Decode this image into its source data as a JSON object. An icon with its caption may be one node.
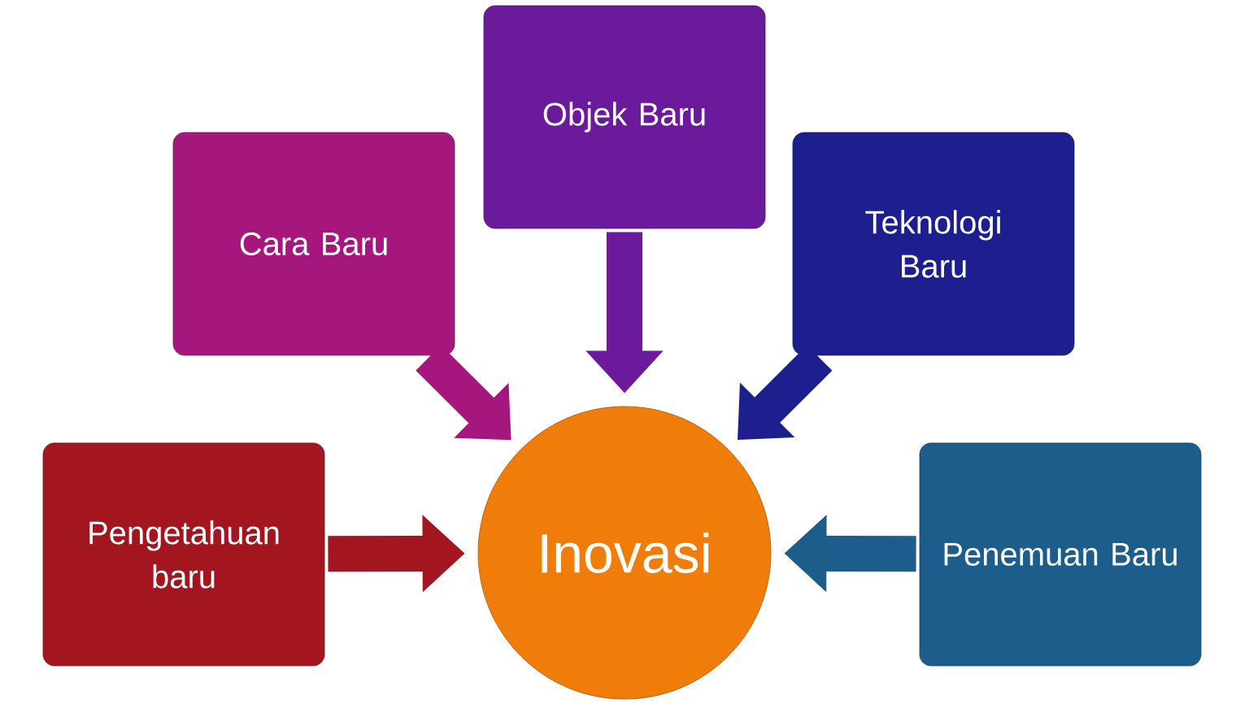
{
  "diagram": {
    "nodes": [
      {
        "text": [
          "Objek Baru"
        ]
      },
      {
        "text": [
          "Cara Baru"
        ]
      },
      {
        "text": [
          "Teknologi Baru"
        ]
      },
      {
        "text": [
          "Pengetahuan baru"
        ]
      },
      {
        "text": [
          "Inovasi"
        ]
      },
      {
        "text": [
          "Penemuan Baru"
        ]
      }
    ],
    "edges": [
      {
        "from": 0,
        "to": 4,
        "arrow": "to",
        "color": "#6a1a9a"
      },
      {
        "from": 1,
        "to": 4,
        "arrow": "to",
        "color": "#a5177c"
      },
      {
        "from": 2,
        "to": 4,
        "arrow": "to",
        "color": "#1d1f8e"
      },
      {
        "from": 3,
        "to": 4,
        "arrow": "to",
        "color": "#a3161f"
      },
      {
        "from": 5,
        "to": 4,
        "arrow": "to",
        "color": "#1c5d8c"
      }
    ]
  }
}
